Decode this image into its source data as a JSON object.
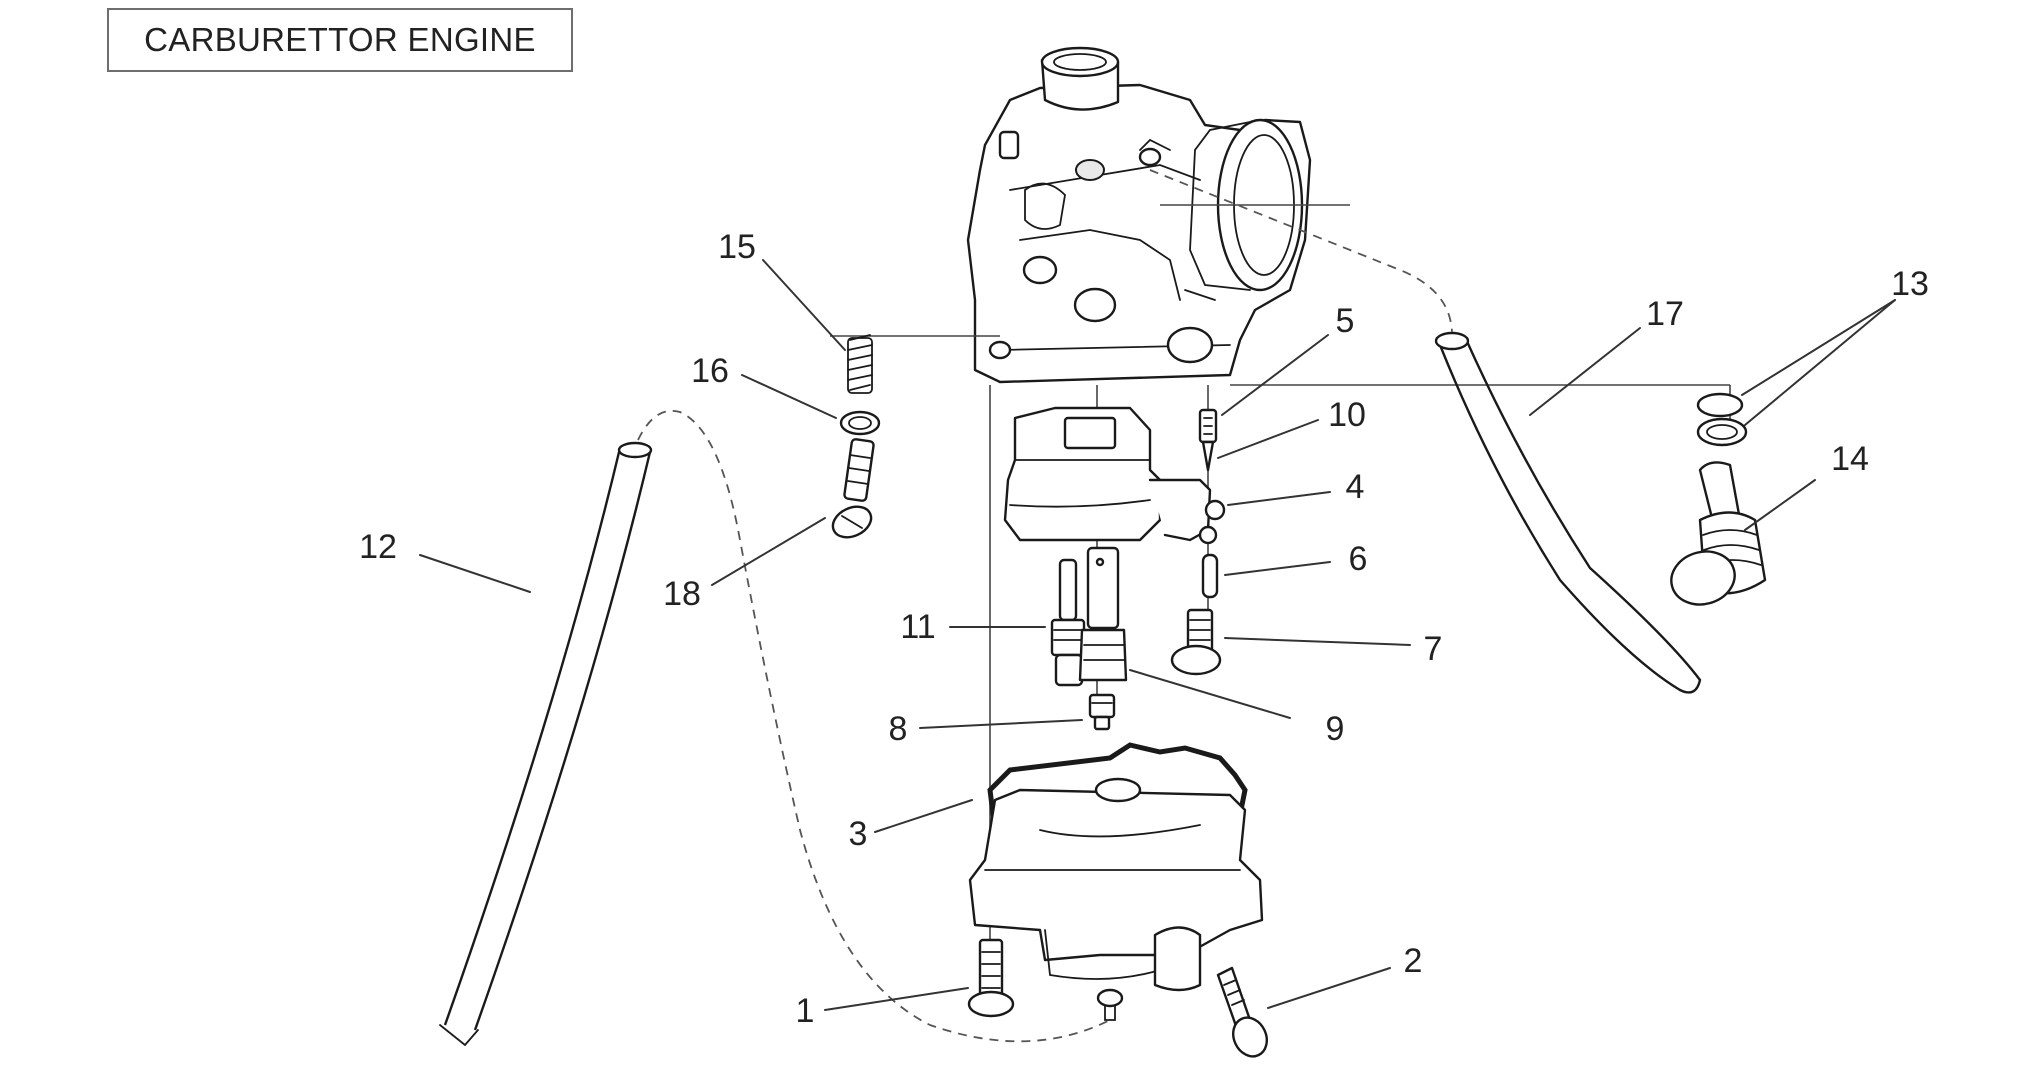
{
  "title": "CARBURETTOR ENGINE",
  "callouts": [
    {
      "id": "1",
      "label": "1"
    },
    {
      "id": "2",
      "label": "2"
    },
    {
      "id": "3",
      "label": "3"
    },
    {
      "id": "4",
      "label": "4"
    },
    {
      "id": "5",
      "label": "5"
    },
    {
      "id": "6",
      "label": "6"
    },
    {
      "id": "7",
      "label": "7"
    },
    {
      "id": "8",
      "label": "8"
    },
    {
      "id": "9",
      "label": "9"
    },
    {
      "id": "10",
      "label": "10"
    },
    {
      "id": "11",
      "label": "11"
    },
    {
      "id": "12",
      "label": "12"
    },
    {
      "id": "13",
      "label": "13"
    },
    {
      "id": "14",
      "label": "14"
    },
    {
      "id": "15",
      "label": "15"
    },
    {
      "id": "16",
      "label": "16"
    },
    {
      "id": "17",
      "label": "17"
    },
    {
      "id": "18",
      "label": "18"
    }
  ],
  "colors": {
    "ink": "#1a1a1a",
    "leader": "#333333",
    "background": "#ffffff",
    "title_border": "#6e6e6e"
  }
}
